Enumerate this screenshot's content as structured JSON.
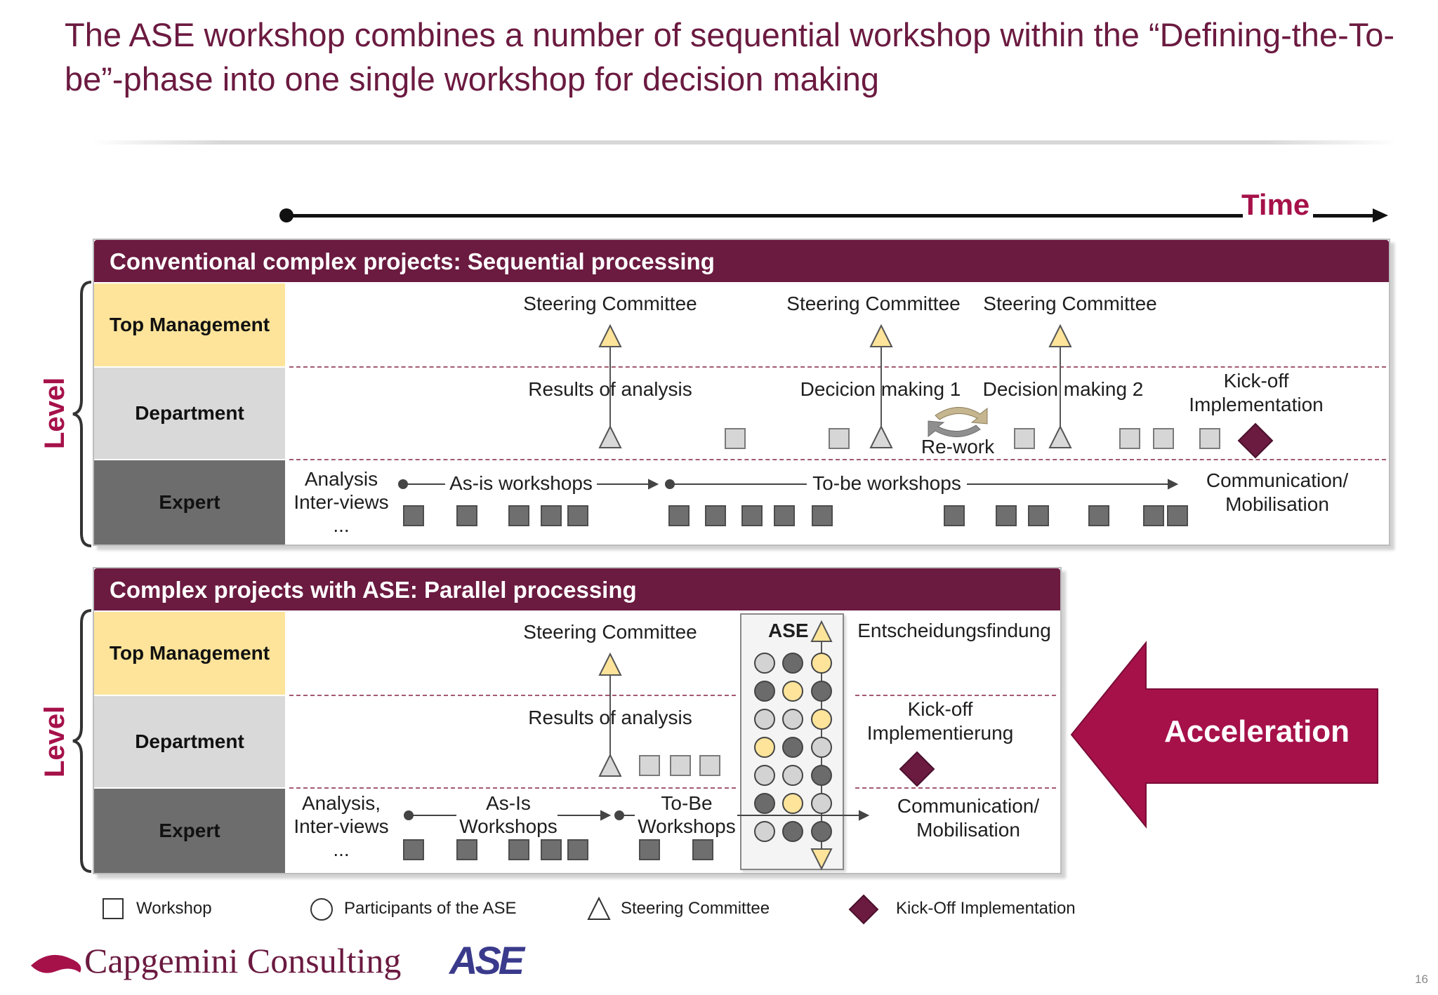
{
  "title": "The ASE workshop combines a number of sequential workshop within the “Defining-the-To-be”-phase into one single workshop for decision making",
  "time_label": "Time",
  "level_label": "Level",
  "top_panel": {
    "header": "Conventional complex projects: Sequential processing",
    "levels": {
      "top": "Top Management",
      "department": "Department",
      "expert": "Expert"
    },
    "steering": [
      "Steering Committee",
      "Steering Committee",
      "Steering Committee"
    ],
    "results": "Results of analysis",
    "decision1": "Decicion making 1",
    "decision2": "Decision making 2",
    "rework": "Re-work",
    "kickoff": "Kick-off Implementation",
    "analysis": "Analysis Inter-views ...",
    "asis": "As-is workshops",
    "tobe": "To-be workshops",
    "communication": "Communication/ Mobilisation"
  },
  "bottom_panel": {
    "header": "Complex projects with ASE: Parallel processing",
    "levels": {
      "top": "Top Management",
      "department": "Department",
      "expert": "Expert"
    },
    "steering": "Steering Committee",
    "results": "Results of analysis",
    "ase": "ASE",
    "entscheidung": "Entscheidungsfindung",
    "kickoff": "Kick-off Implementierung",
    "analysis": "Analysis, Inter-views ...",
    "asis": "As-Is Workshops",
    "tobe": "To-Be Workshops",
    "communication": "Communication/ Mobilisation"
  },
  "acceleration": "Acceleration",
  "legend": {
    "workshop": "Workshop",
    "participants": "Participants of the ASE",
    "steering": "Steering Committee",
    "kickoff": "Kick-Off Implementation"
  },
  "footer": {
    "company": "Capgemini Consulting",
    "ase_logo": "ASE",
    "page": "16"
  },
  "colors": {
    "accent": "#6b1a40",
    "red": "#a6114a",
    "yellow": "#fde49a",
    "gray": "#6d6d6d",
    "light": "#d9d9d9"
  }
}
